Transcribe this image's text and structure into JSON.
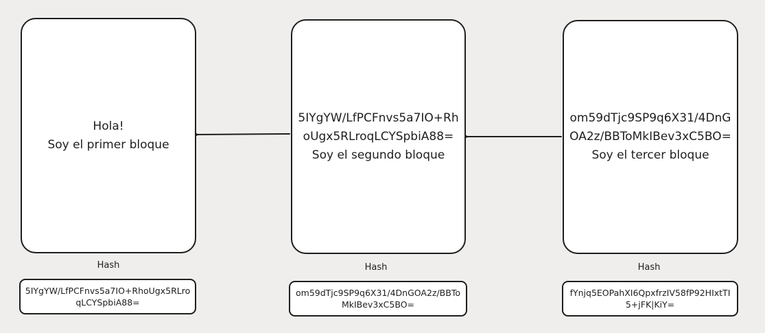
{
  "blocks": [
    {
      "prev_hash": "",
      "text": "Hola!",
      "description": "Soy el primer bloque",
      "hash_label": "Hash",
      "hash": "5IYgYW/LfPCFnvs5a7IO+RhoUgx5RLroqLCYSpbiA88="
    },
    {
      "prev_hash": "5IYgYW/LfPCFnvs5a7IO+RhoUgx5RLroqLCYSpbiA88=",
      "description": "Soy el segundo bloque",
      "hash_label": "Hash",
      "hash": "om59dTjc9SP9q6X31/4DnGOA2z/BBToMkIBev3xC5BO="
    },
    {
      "prev_hash": "om59dTjc9SP9q6X31/4DnGOA2z/BBToMkIBev3xC5BO=",
      "description": "Soy el tercer bloque",
      "hash_label": "Hash",
      "hash": "fYnjq5EOPahXI6QpxfrzIV58fP92HIxtTI5+jFK|KiY="
    }
  ],
  "colors": {
    "background": "#efeeec",
    "stroke": "#1e1e1e",
    "fill": "#ffffff"
  }
}
